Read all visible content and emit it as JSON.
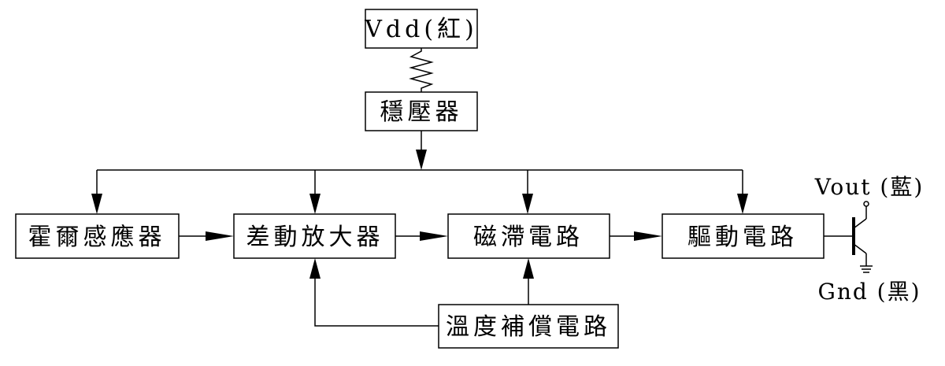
{
  "blocks": {
    "vdd": "Vdd(紅)",
    "regulator": "穩壓器",
    "hall_sensor": "霍爾感應器",
    "diff_amp": "差動放大器",
    "hysteresis": "磁滯電路",
    "driver": "驅動電路",
    "temp_comp": "溫度補償電路"
  },
  "terminals": {
    "vout": "Vout (藍)",
    "gnd": "Gnd (黑)"
  },
  "colors": {
    "line": "#000000",
    "background": "#ffffff"
  }
}
